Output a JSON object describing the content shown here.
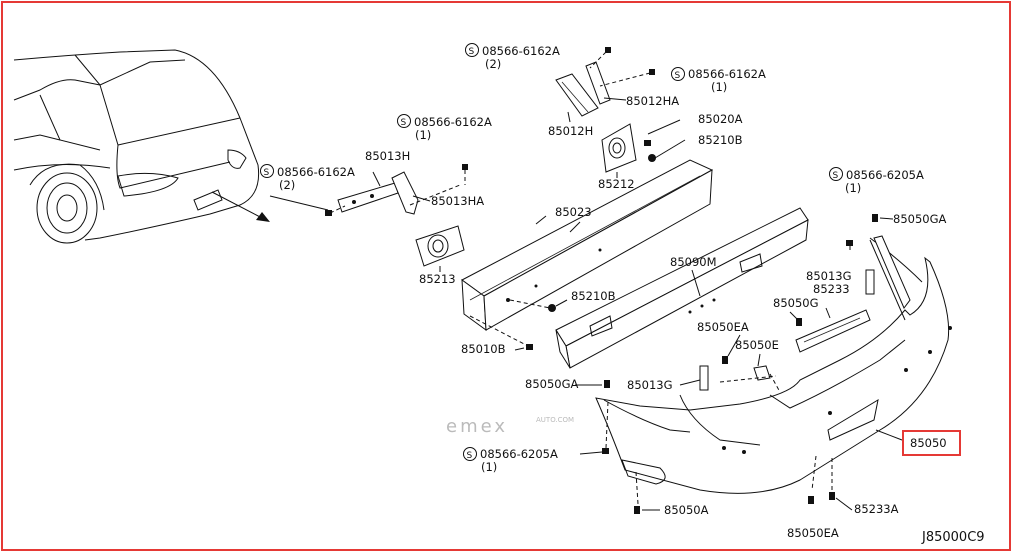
{
  "diagram_code": "J85000C9",
  "highlighted_part": "85050",
  "parts": {
    "p85012H": "85012H",
    "p85012HA": "85012HA",
    "p85013H": "85013H",
    "p85013HA": "85013HA",
    "p85020A": "85020A",
    "p85210B_top": "85210B",
    "p85212": "85212",
    "p85023": "85023",
    "p85213": "85213",
    "p85210B_mid": "85210B",
    "p85010B": "85010B",
    "p85090M": "85090M",
    "p85050GA": "85050GA",
    "p85013G_top": "85013G",
    "p85233": "85233",
    "p85050G": "85050G",
    "p85050EA_top": "85050EA",
    "p85050E": "85050E",
    "p85050GA_low": "85050GA",
    "p85013G_low": "85013G",
    "p85050": "85050",
    "p85050A": "85050A",
    "p85233A": "85233A",
    "p85050EA_low": "85050EA"
  },
  "screws": {
    "s1": {
      "code": "08566-6162A",
      "qty": "(2)"
    },
    "s2": {
      "code": "08566-6162A",
      "qty": "(1)"
    },
    "s3": {
      "code": "08566-6162A",
      "qty": "(1)"
    },
    "s4": {
      "code": "08566-6162A",
      "qty": "(2)"
    },
    "s5": {
      "code": "08566-6205A",
      "qty": "(1)"
    },
    "s6": {
      "code": "08566-6205A",
      "qty": "(1)"
    }
  },
  "screw_symbol": "S",
  "watermark": {
    "brand": "emex",
    "small": "AUTO.COM"
  }
}
